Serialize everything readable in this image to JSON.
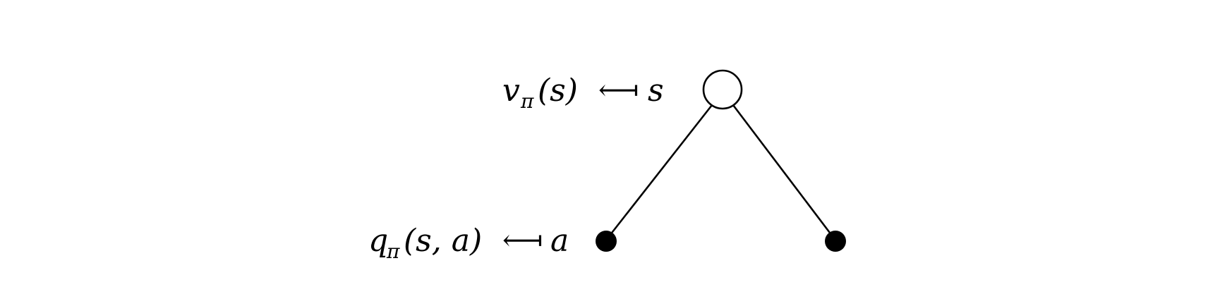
{
  "root_label": {
    "value_function": "v",
    "subscript": "π",
    "argument": "(s)",
    "arrow": "⟻",
    "variable": "s"
  },
  "action_label": {
    "value_function": "q",
    "subscript": "π",
    "argument": "(s, a)",
    "arrow": "⟻",
    "variable": "a"
  },
  "nodes": {
    "root": "state node (open circle)",
    "children": [
      "action node (filled)",
      "action node (filled)"
    ]
  }
}
